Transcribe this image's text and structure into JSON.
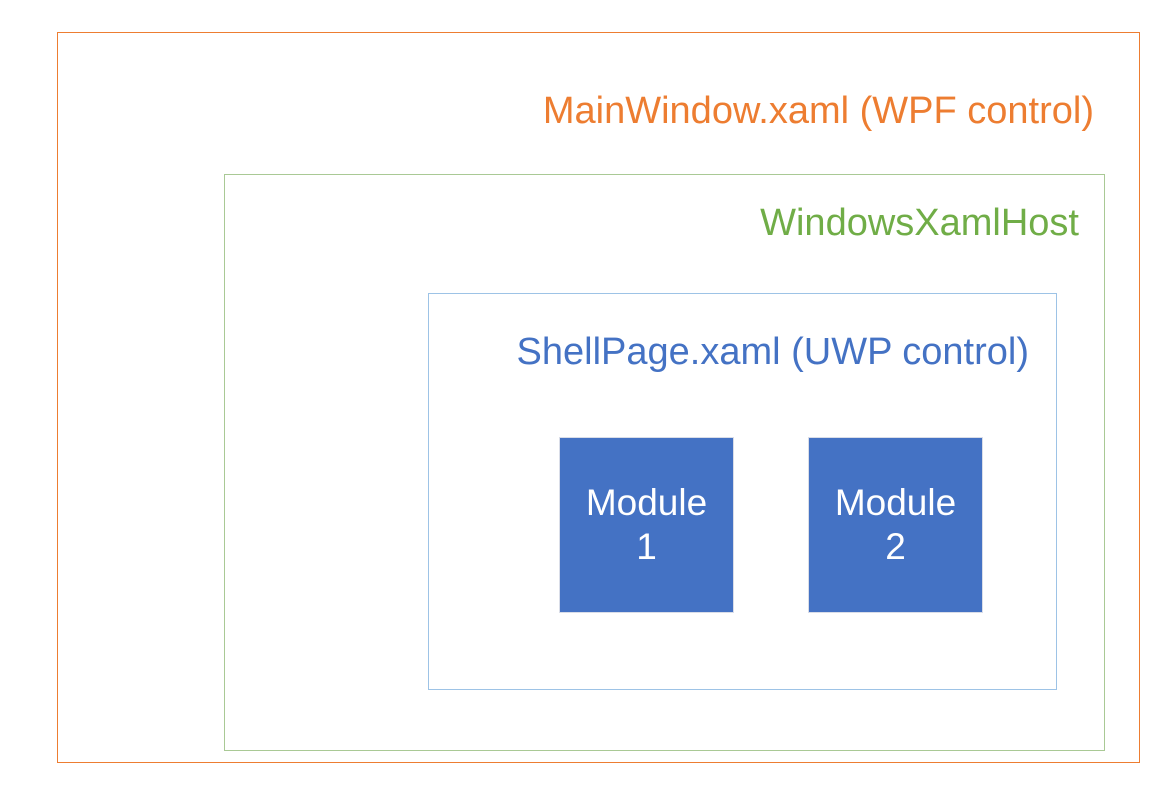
{
  "diagram": {
    "title": "MainWindow.xaml (WPF control)",
    "background": "#FFFFFF",
    "layers": [
      {
        "id": "mainwindow",
        "label": "MainWindow.xaml (WPF control)",
        "text_color": "#ED7D31",
        "border_color": "#ED7D31"
      },
      {
        "id": "windowsxamlhost",
        "label": "WindowsXamlHost",
        "text_color": "#70AD47",
        "border_color": "#A9C995"
      },
      {
        "id": "shellpage",
        "label": "ShellPage.xaml (UWP control)",
        "text_color": "#4472C4",
        "border_color": "#9DC3E6"
      }
    ],
    "modules": [
      {
        "id": "module-1",
        "name": "Module",
        "number": "1",
        "fill_color": "#4472C4",
        "text_color": "#FFFFFF"
      },
      {
        "id": "module-2",
        "name": "Module",
        "number": "2",
        "fill_color": "#4472C4",
        "text_color": "#FFFFFF"
      }
    ]
  }
}
